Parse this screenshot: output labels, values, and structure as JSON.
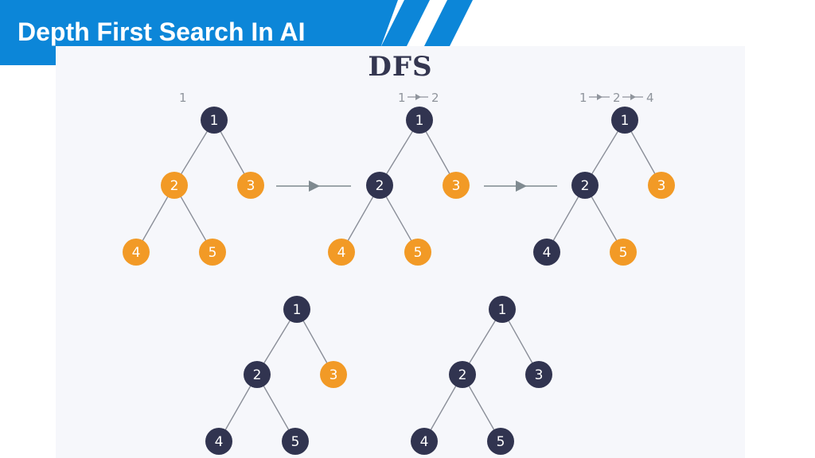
{
  "header": {
    "title": "Depth First Search In AI",
    "accent_color": "#0c86d8"
  },
  "diagram": {
    "title": "DFS",
    "colors": {
      "visited": "#313450",
      "unvisited": "#f29a26",
      "edge": "#8a8e98",
      "arrow": "#7f8a90",
      "label": "#8f949c"
    },
    "node_labels": [
      "1",
      "2",
      "3",
      "4",
      "5"
    ],
    "edges": [
      [
        1,
        2
      ],
      [
        1,
        3
      ],
      [
        2,
        4
      ],
      [
        2,
        5
      ]
    ],
    "steps": [
      {
        "path": [
          "1"
        ],
        "visited": [
          1
        ]
      },
      {
        "path": [
          "1",
          "2"
        ],
        "visited": [
          1,
          2
        ]
      },
      {
        "path": [
          "1",
          "2",
          "4"
        ],
        "visited": [
          1,
          2,
          4
        ]
      },
      {
        "path": [],
        "visited": [
          1,
          2,
          4,
          5
        ]
      },
      {
        "path": [],
        "visited": [
          1,
          2,
          3,
          4,
          5
        ]
      }
    ]
  }
}
